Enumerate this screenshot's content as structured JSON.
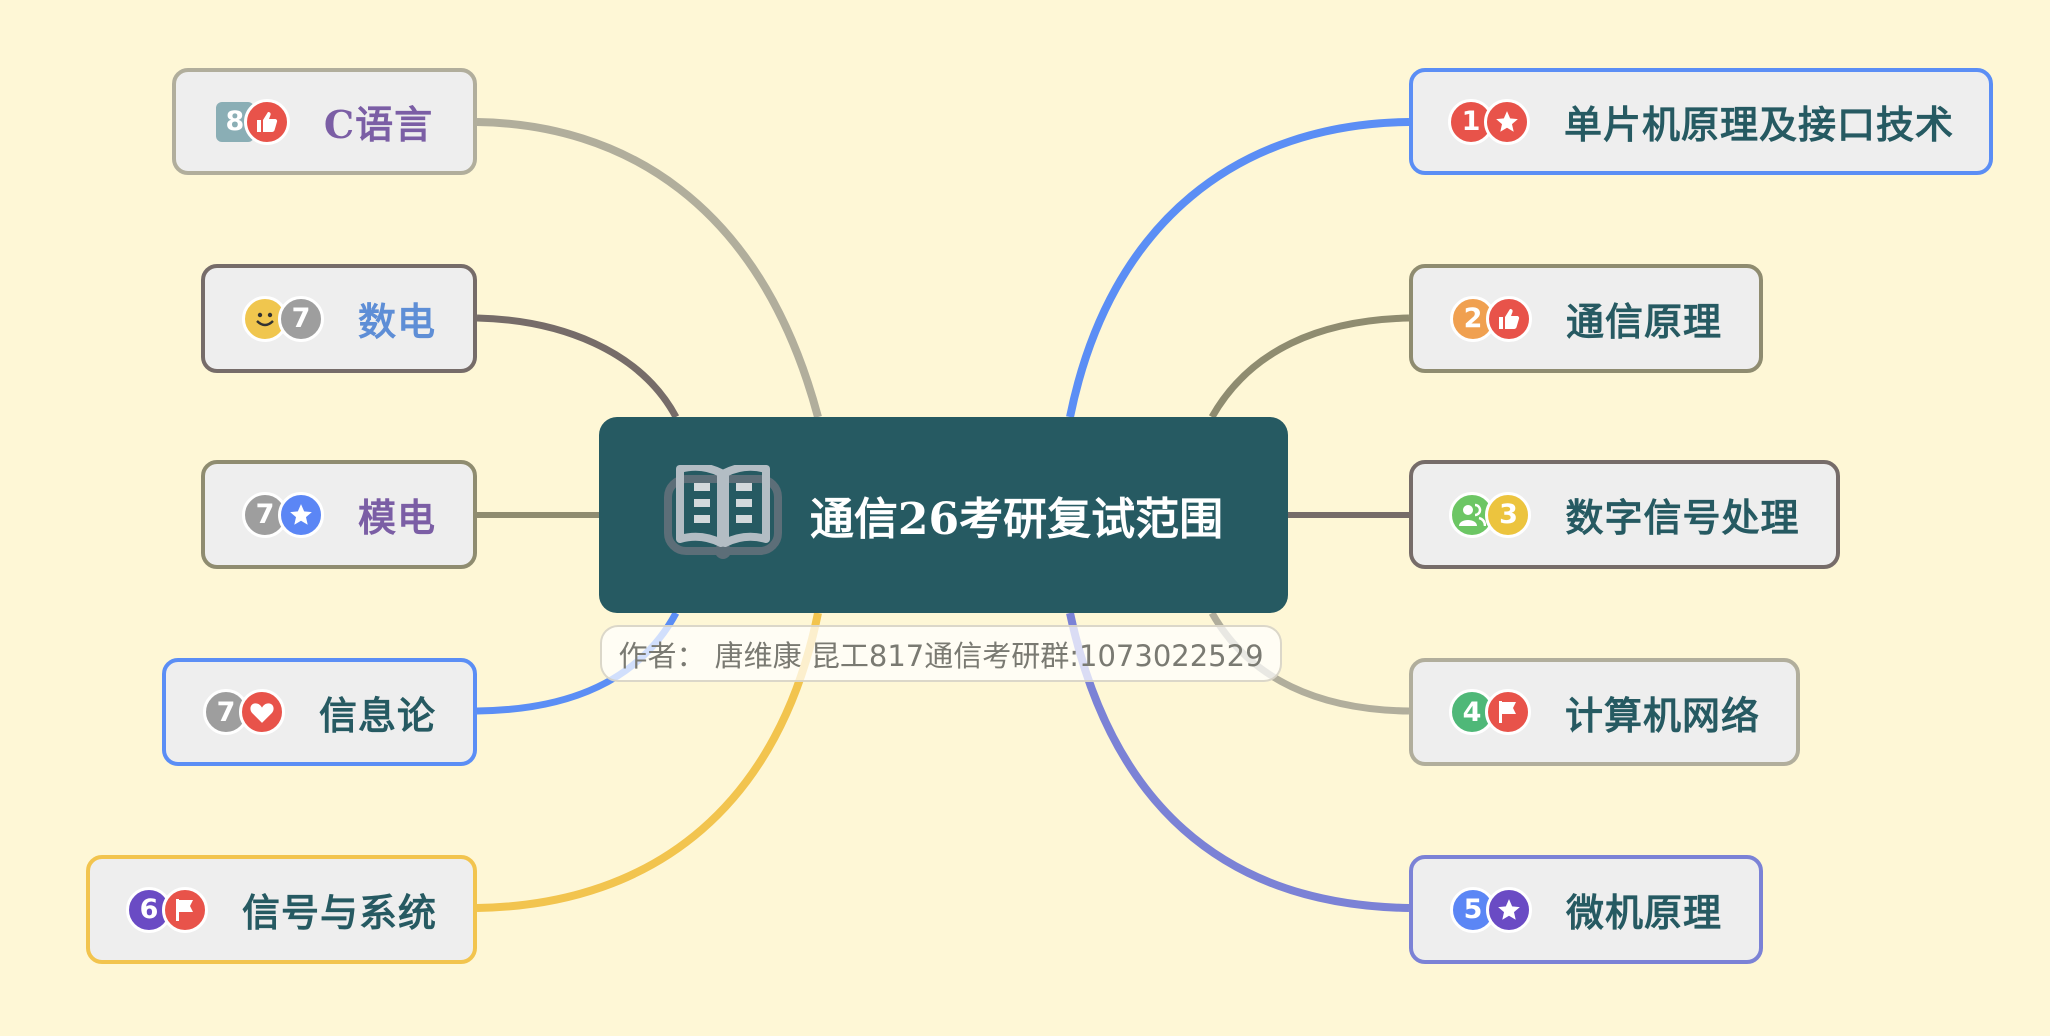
{
  "background": "#fef7d6",
  "central": {
    "title": "通信26考研复试范围",
    "icon": "book-icon",
    "color": "#265a62",
    "note": "作者：  唐维康 昆工817通信考研群:1073022529"
  },
  "branches": [
    {
      "id": "c-lang",
      "label": "C语言",
      "side": "left",
      "border": "#b1ae9c",
      "text_color": "#7b5ea5",
      "markers": [
        {
          "type": "priority",
          "value": "8",
          "color": "#8aaeb5",
          "shape": "square"
        },
        {
          "type": "thumbs-up-icon",
          "color": "#e8534a"
        }
      ]
    },
    {
      "id": "digital-elec",
      "label": "数电",
      "side": "left",
      "border": "#766c69",
      "text_color": "#5e8ed6",
      "markers": [
        {
          "type": "smiley-icon",
          "color": "#f0c64e"
        },
        {
          "type": "priority",
          "value": "7",
          "color": "#9e9e9e"
        }
      ]
    },
    {
      "id": "analog-elec",
      "label": "模电",
      "side": "left",
      "border": "#8f8c70",
      "text_color": "#7b5ea5",
      "markers": [
        {
          "type": "priority",
          "value": "7",
          "color": "#9e9e9e"
        },
        {
          "type": "star-icon",
          "color": "#5b86f5"
        }
      ]
    },
    {
      "id": "info-theory",
      "label": "信息论",
      "side": "left",
      "border": "#5b8ef5",
      "text_color": "#265a62",
      "markers": [
        {
          "type": "priority",
          "value": "7",
          "color": "#9e9e9e"
        },
        {
          "type": "heart-icon",
          "color": "#e8534a"
        }
      ]
    },
    {
      "id": "signals-systems",
      "label": "信号与系统",
      "side": "left",
      "border": "#f2c44e",
      "text_color": "#265a62",
      "markers": [
        {
          "type": "priority",
          "value": "6",
          "color": "#6a4bc4"
        },
        {
          "type": "flag-icon",
          "color": "#e8534a"
        }
      ]
    },
    {
      "id": "mcu",
      "label": "单片机原理及接口技术",
      "side": "right",
      "border": "#5b8ef5",
      "text_color": "#265a62",
      "markers": [
        {
          "type": "priority",
          "value": "1",
          "color": "#e8534a"
        },
        {
          "type": "star-icon",
          "color": "#e8534a"
        }
      ]
    },
    {
      "id": "comm-principles",
      "label": "通信原理",
      "side": "right",
      "border": "#8f8c70",
      "text_color": "#265a62",
      "markers": [
        {
          "type": "priority",
          "value": "2",
          "color": "#f0a050"
        },
        {
          "type": "thumbs-up-icon",
          "color": "#e8534a"
        }
      ]
    },
    {
      "id": "dsp",
      "label": "数字信号处理",
      "side": "right",
      "border": "#766c69",
      "text_color": "#265a62",
      "markers": [
        {
          "type": "people-icon",
          "color": "#6cc664"
        },
        {
          "type": "priority",
          "value": "3",
          "color": "#ecc43e"
        }
      ]
    },
    {
      "id": "networks",
      "label": "计算机网络",
      "side": "right",
      "border": "#b1ae9c",
      "text_color": "#265a62",
      "markers": [
        {
          "type": "priority",
          "value": "4",
          "color": "#4fb878"
        },
        {
          "type": "flag-icon",
          "color": "#e8534a"
        }
      ]
    },
    {
      "id": "microcomputer",
      "label": "微机原理",
      "side": "right",
      "border": "#7b82d6",
      "text_color": "#265a62",
      "markers": [
        {
          "type": "priority",
          "value": "5",
          "color": "#5b86f5"
        },
        {
          "type": "star-icon",
          "color": "#6a4bc4"
        }
      ]
    }
  ]
}
